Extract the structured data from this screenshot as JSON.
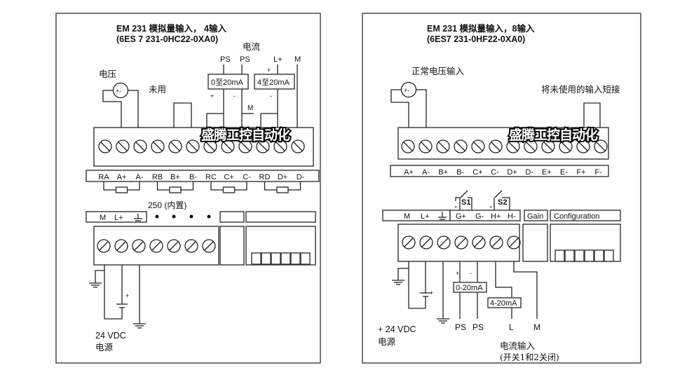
{
  "watermark": "盛腾工控自动化",
  "left_panel": {
    "title_line1": "EM 231 模拟量输入， 4输入",
    "title_line2": "(6ES 7 231-0HC22-0XA0)",
    "voltage_label": "电压",
    "voltage_source_symbol": "+-",
    "unused_label": "未用",
    "current_label": "电流",
    "current_terminals": [
      "PS",
      "PS",
      "L+",
      "M"
    ],
    "transmitter_0_20": "0至20mA",
    "transmitter_4_20": "4至20mA",
    "plus": "+",
    "minus": "-",
    "m_label": "M",
    "terminal_labels": [
      "RA",
      "A+",
      "A-",
      "RB",
      "B+",
      "B-",
      "RC",
      "C+",
      "C-",
      "RD",
      "D+",
      "D-"
    ],
    "resistor_note": "250 (内置)",
    "power_terminals": [
      "M",
      "L+",
      "ground-icon"
    ],
    "supply_label_1": "24 VDC",
    "supply_label_2": "电源"
  },
  "right_panel": {
    "title_line1": "EM 231 模拟量输入，8输入",
    "title_line2": "(6ES7 231-0HF22-0XA0)",
    "voltage_label": "正常电压输入",
    "voltage_source_symbol": "+-",
    "short_unused_label": "将未使用的输入短接",
    "terminal_labels": [
      "A+",
      "A-",
      "B+",
      "B-",
      "C+",
      "C-",
      "D+",
      "D-",
      "E+",
      "E-",
      "F+",
      "F-"
    ],
    "switches": [
      "S1",
      "S2"
    ],
    "lower_terminals": [
      "M",
      "L+",
      "ground-icon",
      "G+",
      "G-",
      "H+",
      "H-"
    ],
    "gain_label": "Gain",
    "config_label": "Configuration",
    "transmitter_0_20": "0-20mA",
    "transmitter_4_20": "4-20mA",
    "bottom_labels": [
      "PS",
      "PS",
      "L",
      "M"
    ],
    "plus": "+",
    "minus": "-",
    "supply_label_1": "+ 24 VDC",
    "supply_label_2": "电源",
    "current_input_label": "电流输入",
    "current_input_note": "(开关1和2关闭)"
  }
}
